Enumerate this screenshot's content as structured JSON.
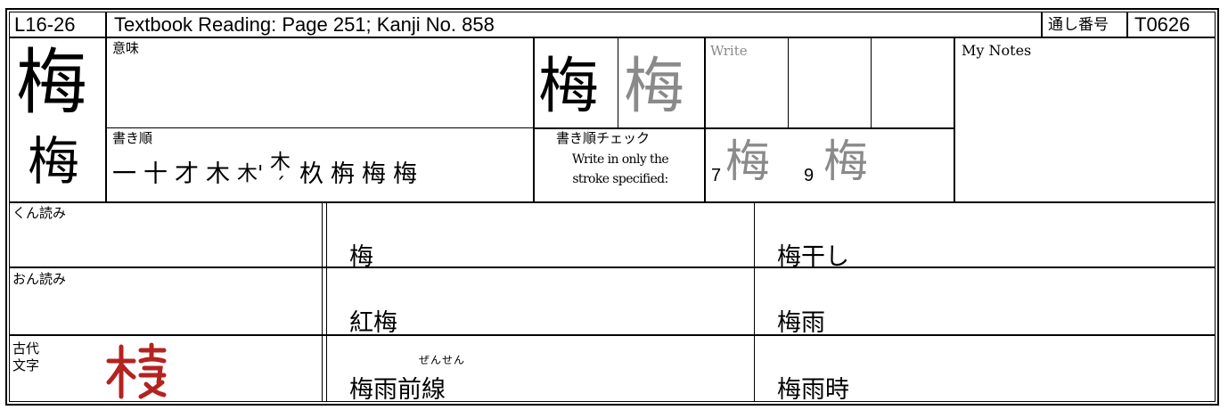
{
  "header": {
    "lesson_code": "L16-26",
    "title": "Textbook Reading: Page 251; Kanji No. 858",
    "serial_label": "通し番号",
    "serial_value": "T0626"
  },
  "kanji": {
    "main": "梅",
    "sample": "梅",
    "meaning_label": "意味",
    "stroke_order_label": "書き順",
    "stroke_order": [
      "一",
      "十",
      "才",
      "木",
      "木'",
      "木´",
      "杦",
      "栴",
      "梅",
      "梅"
    ]
  },
  "practice": {
    "solid": "梅",
    "trace": "梅",
    "write_label": "Write",
    "notes_label": "My Notes"
  },
  "stroke_check": {
    "label": "書き順チェック",
    "instruction_line1": "Write in only the",
    "instruction_line2": "stroke specified:",
    "items": [
      {
        "number": "7",
        "kanji": "梅"
      },
      {
        "number": "9",
        "kanji": "梅"
      }
    ]
  },
  "readings": {
    "kun_label": "くん読み",
    "on_label": "おん読み",
    "ancient_label_1": "古代",
    "ancient_label_2": "文字"
  },
  "vocabulary": {
    "row1": [
      "梅",
      "梅干し"
    ],
    "row2": [
      "紅梅",
      "梅雨"
    ],
    "row3": [
      "梅雨前線",
      "梅雨時"
    ],
    "furigana": "ぜんせん"
  },
  "colors": {
    "trace_grey": "#8a8a8a",
    "seal_red": "#b3231f"
  }
}
